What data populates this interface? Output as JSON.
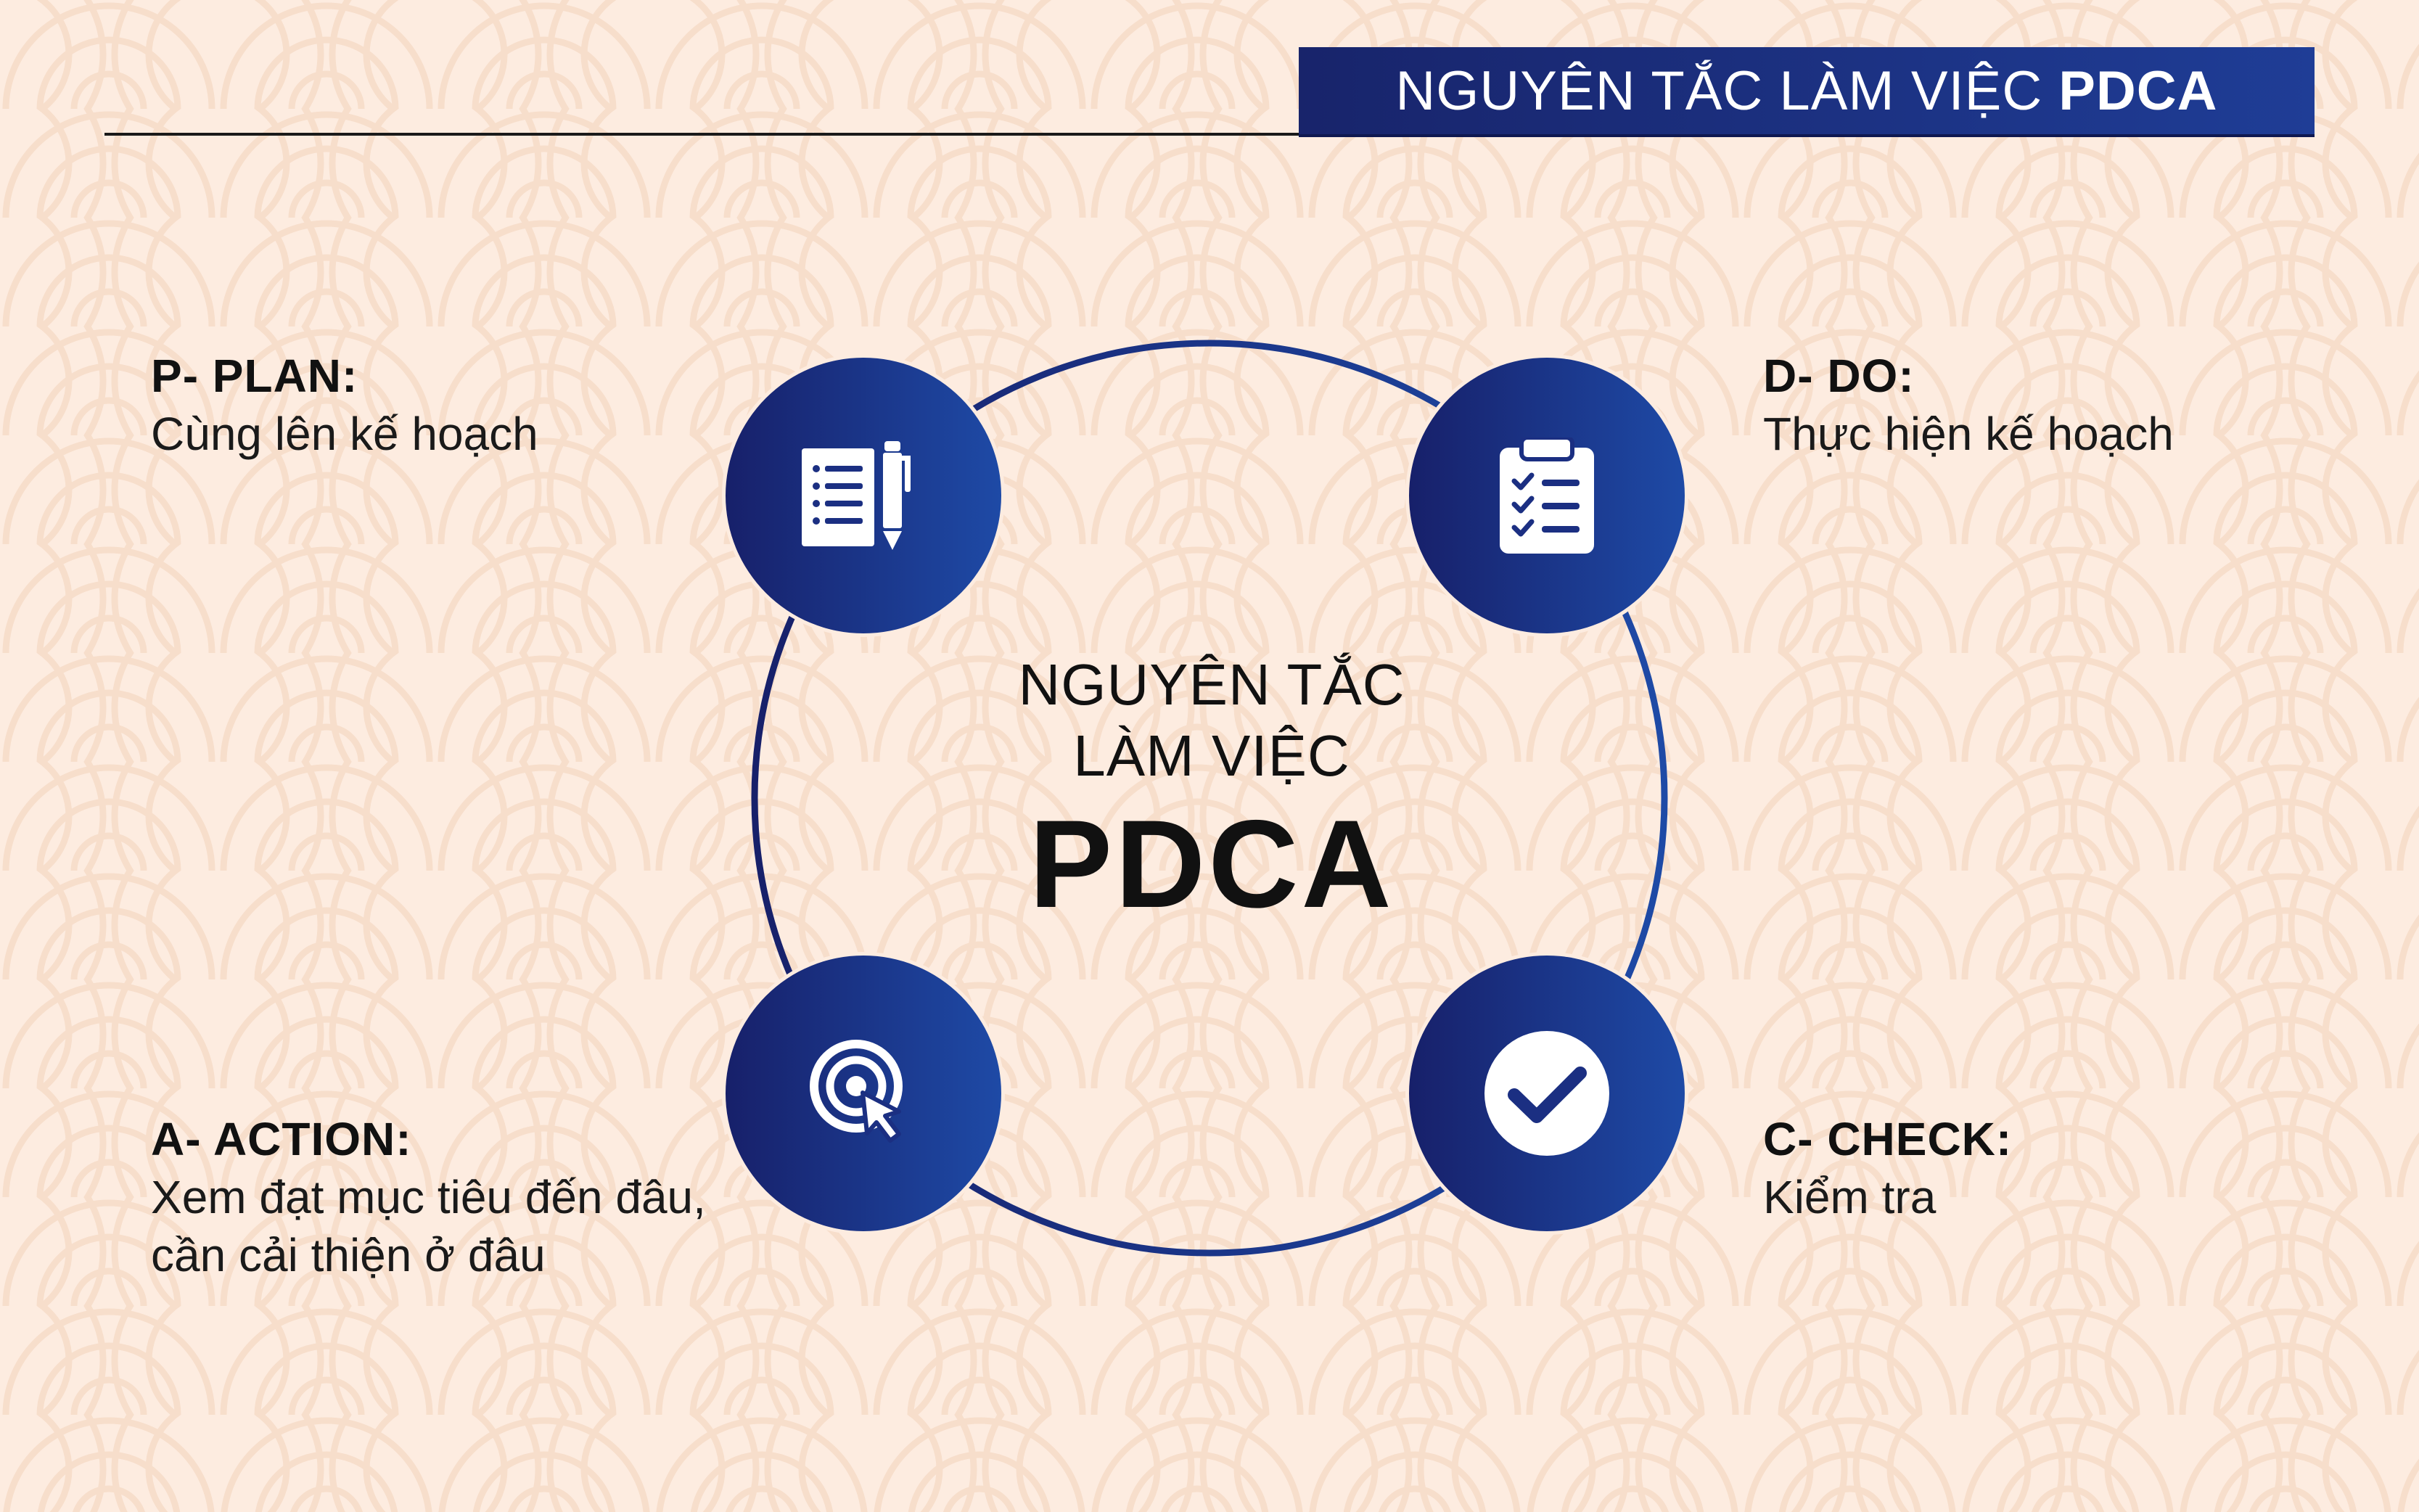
{
  "header": {
    "title_light": "NGUYÊN TẮC LÀM VIỆC",
    "title_bold": "PDCA"
  },
  "center": {
    "line1": "NGUYÊN TẮC",
    "line2": "LÀM VIỆC",
    "line3": "PDCA"
  },
  "steps": [
    {
      "title": "P- PLAN:",
      "desc_lines": [
        "Cùng lên kế hoạch"
      ],
      "icon": "plan-document-pen-icon"
    },
    {
      "title": "D- DO:",
      "desc_lines": [
        "Thực hiện kế hoạch"
      ],
      "icon": "clipboard-checklist-icon"
    },
    {
      "title": "C- CHECK:",
      "desc_lines": [
        "Kiểm tra"
      ],
      "icon": "check-circle-icon"
    },
    {
      "title": "A- ACTION:",
      "desc_lines": [
        "Xem đạt mục tiêu đến đâu,",
        "cần cải thiện ở đâu"
      ],
      "icon": "target-cursor-icon"
    }
  ],
  "colors": {
    "background": "#fdece0",
    "pattern": "#f7ddca",
    "primary_dark": "#17206a",
    "primary_light": "#1e4aa6",
    "text": "#111111"
  }
}
